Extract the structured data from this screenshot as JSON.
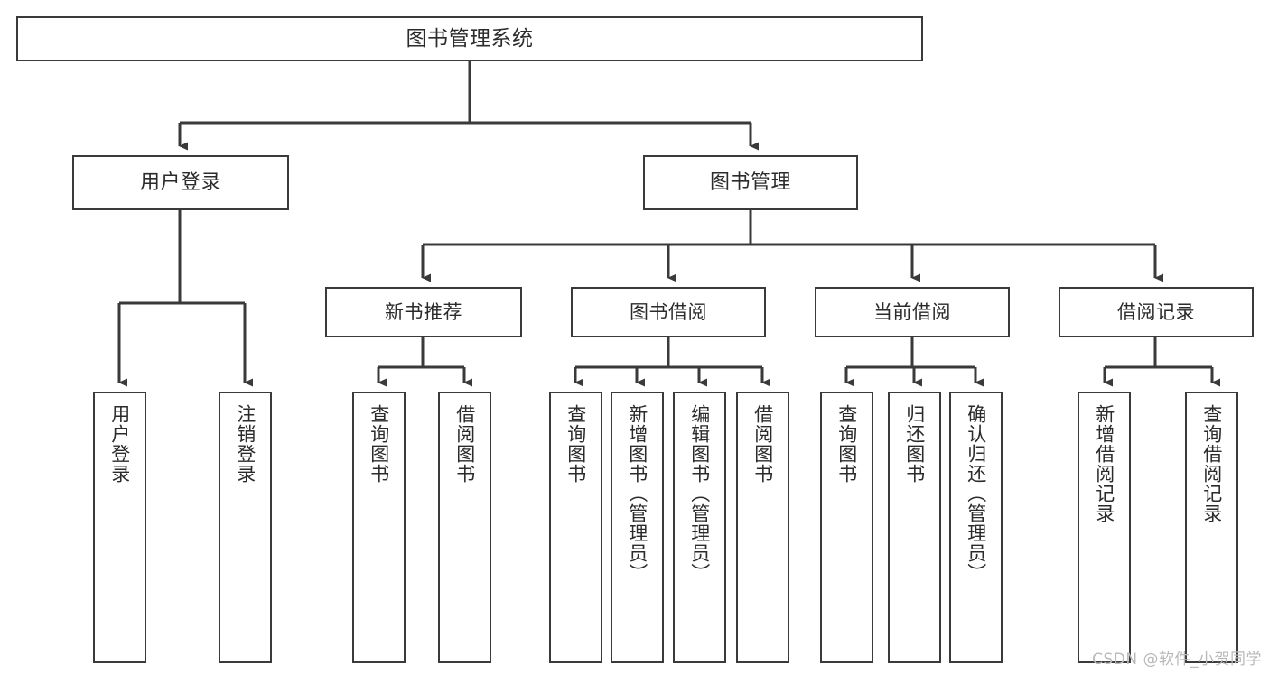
{
  "diagram": {
    "title": "图书管理系统",
    "background_color": "#ffffff",
    "line_color": "#3a3a3a",
    "text_color": "#2b2b2b",
    "root": {
      "label": "图书管理系统"
    },
    "level1": [
      {
        "label": "用户登录"
      },
      {
        "label": "图书管理"
      }
    ],
    "level2": [
      {
        "label": "新书推荐"
      },
      {
        "label": "图书借阅"
      },
      {
        "label": "当前借阅"
      },
      {
        "label": "借阅记录"
      }
    ],
    "leaves": {
      "user_login": [
        {
          "label": "用户登录"
        },
        {
          "label": "注销登录"
        }
      ],
      "new_book_recommend": [
        {
          "label": "查询图书"
        },
        {
          "label": "借阅图书"
        }
      ],
      "book_borrow": [
        {
          "label": "查询图书"
        },
        {
          "label": "新增图书（管理员）"
        },
        {
          "label": "编辑图书（管理员）"
        },
        {
          "label": "借阅图书"
        }
      ],
      "current_borrow": [
        {
          "label": "查询图书"
        },
        {
          "label": "归还图书"
        },
        {
          "label": "确认归还（管理员）"
        }
      ],
      "borrow_record": [
        {
          "label": "新增借阅记录"
        },
        {
          "label": "查询借阅记录"
        }
      ]
    }
  },
  "watermark": {
    "text": "CSDN @软件_小贺同学"
  }
}
